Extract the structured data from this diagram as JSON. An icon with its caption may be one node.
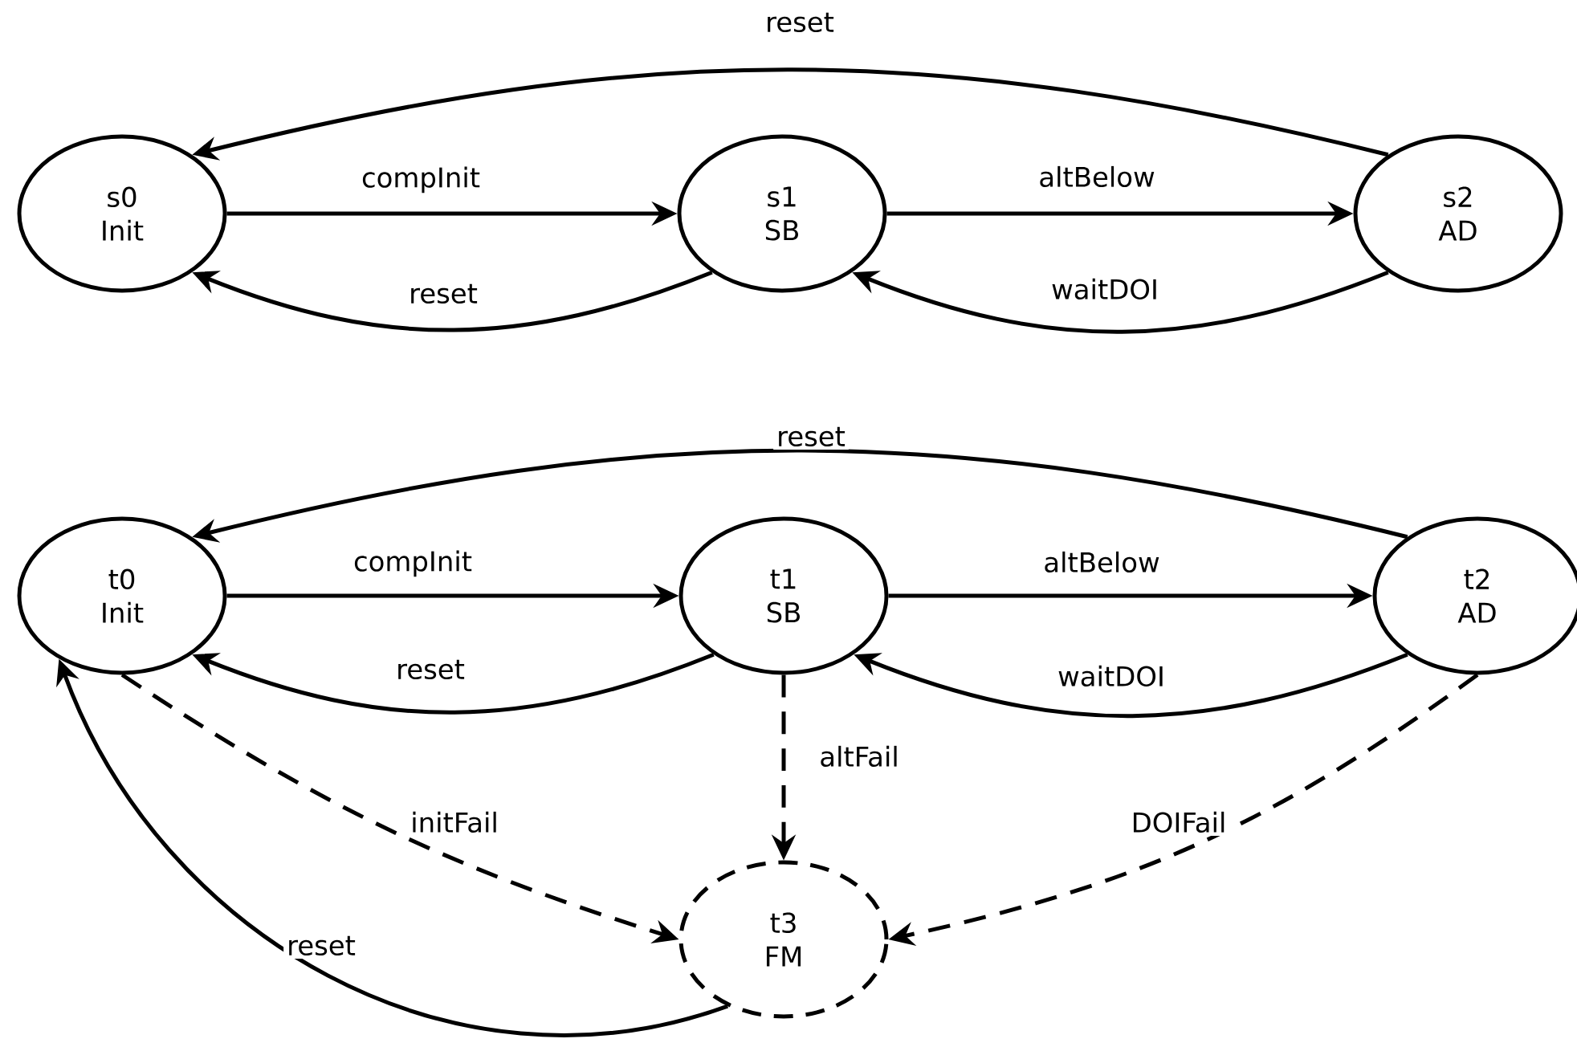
{
  "diagram": {
    "nodes": [
      {
        "text": [
          "s0",
          "Init"
        ]
      },
      {
        "text": [
          "s1",
          "SB"
        ]
      },
      {
        "text": [
          "s2",
          "AD"
        ]
      },
      {
        "text": [
          "t0",
          "Init"
        ]
      },
      {
        "text": [
          "t1",
          "SB"
        ]
      },
      {
        "text": [
          "t2",
          "AD"
        ]
      },
      {
        "text": [
          "t3",
          "FM"
        ]
      }
    ],
    "edges": [
      {
        "from": 0,
        "to": 1,
        "arrow": "to",
        "label": "compInit"
      },
      {
        "from": 1,
        "to": 0,
        "arrow": "to",
        "label": "reset"
      },
      {
        "from": 1,
        "to": 2,
        "arrow": "to",
        "label": "altBelow"
      },
      {
        "from": 2,
        "to": 1,
        "arrow": "to",
        "label": "waitDOI"
      },
      {
        "from": 2,
        "to": 0,
        "arrow": "to",
        "label": "reset"
      },
      {
        "from": 3,
        "to": 4,
        "arrow": "to",
        "label": "compInit"
      },
      {
        "from": 4,
        "to": 3,
        "arrow": "to",
        "label": "reset"
      },
      {
        "from": 4,
        "to": 5,
        "arrow": "to",
        "label": "altBelow"
      },
      {
        "from": 5,
        "to": 4,
        "arrow": "to",
        "label": "waitDOI"
      },
      {
        "from": 5,
        "to": 3,
        "arrow": "to",
        "label": "reset"
      },
      {
        "from": 4,
        "to": 6,
        "arrow": "to",
        "label": "altFail",
        "style": "dashed"
      },
      {
        "from": 3,
        "to": 6,
        "arrow": "to",
        "label": "initFail",
        "style": "dashed"
      },
      {
        "from": 5,
        "to": 6,
        "arrow": "to",
        "label": "DOIFail",
        "style": "dashed"
      },
      {
        "from": 6,
        "to": 3,
        "arrow": "to",
        "label": "reset"
      }
    ]
  }
}
